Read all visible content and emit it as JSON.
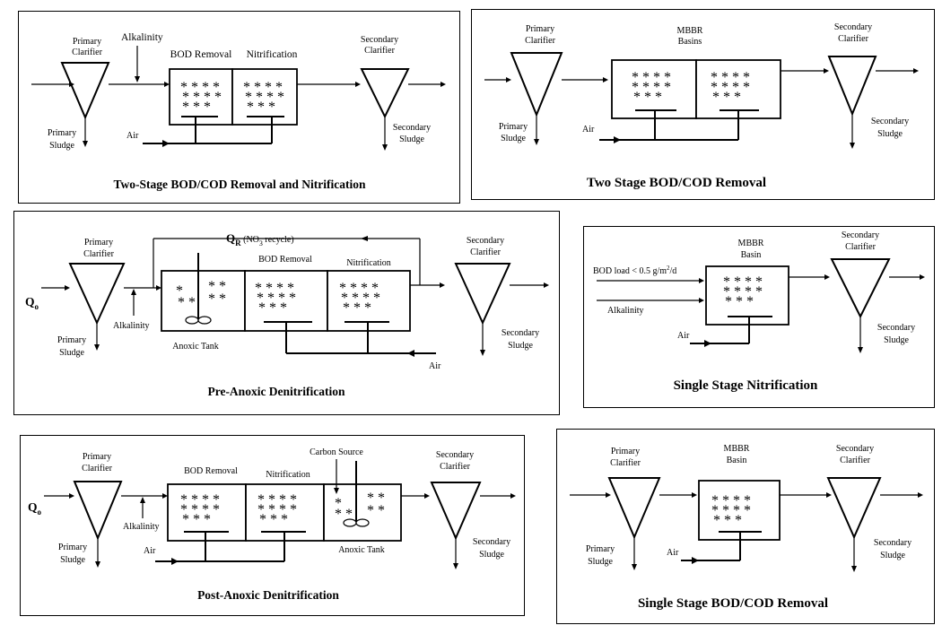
{
  "labels": {
    "primary_clarifier": "Primary\nClarifier",
    "secondary_clarifier": "Secondary\nClarifier",
    "primary_sludge": "Primary\nSludge",
    "secondary_sludge": "Secondary\nSludge",
    "air": "Air",
    "alkalinity": "Alkalinity",
    "bod_removal": "BOD Removal",
    "nitrification": "Nitrification",
    "mbbr_basins": "MBBR\nBasins",
    "mbbr_basin": "MBBR\nBasin",
    "anoxic_tank": "Anoxic Tank",
    "carbon_source": "Carbon Source",
    "qr_main": "Q",
    "qr_sub": "R",
    "qr_rest_pre": " (NO",
    "qr_rest_sub": "3",
    "qr_rest_post": " recycle)",
    "qo_main": "Q",
    "qo_sub": "o",
    "bod_load": "BOD load < 0.5 g/m",
    "bod_load_sup": "2",
    "bod_load_end": "/d",
    "media": "* * * *\n* * * *\n* * *"
  },
  "panels": {
    "p1": {
      "title": "Two-Stage BOD/COD Removal and Nitrification"
    },
    "p2": {
      "title": "Two Stage BOD/COD Removal"
    },
    "p3": {
      "title": "Pre-Anoxic Denitrification"
    },
    "p4": {
      "title": "Single Stage Nitrification"
    },
    "p5": {
      "title": "Post-Anoxic Denitrification"
    },
    "p6": {
      "title": "Single Stage BOD/COD Removal"
    }
  }
}
